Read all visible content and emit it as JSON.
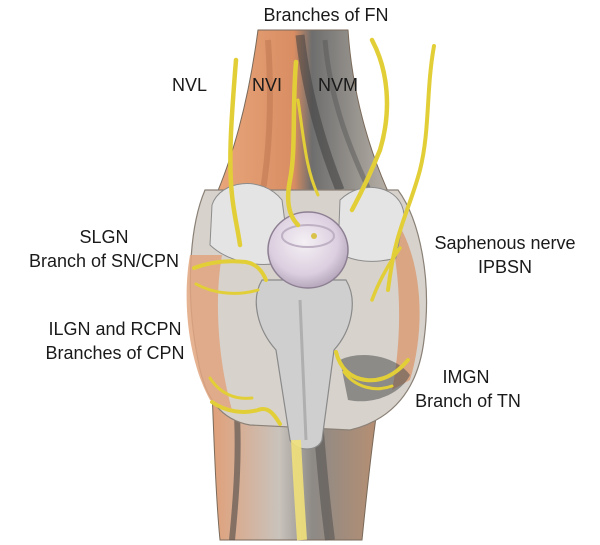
{
  "labels": {
    "fn_branches": "Branches of FN",
    "nvl": "NVL",
    "nvi": "NVI",
    "nvm": "NVM",
    "slgn_line1": "SLGN",
    "slgn_line2": "Branch of SN/CPN",
    "ilgn_line1": "ILGN and RCPN",
    "ilgn_line2": "Branches of CPN",
    "saphenous_line1": "Saphenous nerve",
    "saphenous_line2": "IPBSN",
    "imgn_line1": "IMGN",
    "imgn_line2": "Branch of TN"
  },
  "colors": {
    "nerve": "#e3d23a",
    "nerve_outline": "#b9a52a",
    "bone": "#dcdcdc",
    "bone_shadow": "#a9a9a9",
    "patella": "#e6dde8",
    "muscle_orange": "#d99a6e",
    "muscle_dark": "#5b5b5b",
    "text": "#1a1a1a"
  }
}
